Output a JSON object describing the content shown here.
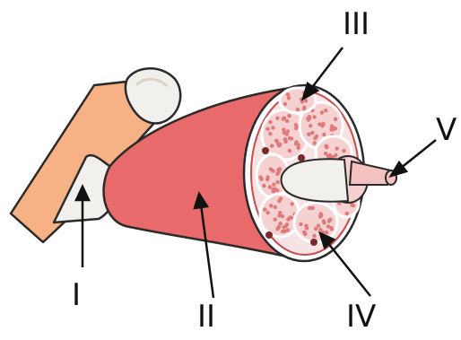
{
  "labels": {
    "l1": "I",
    "l2": "II",
    "l3": "III",
    "l4": "IV",
    "l5": "V"
  },
  "colors": {
    "bone": "#f6b184",
    "bone_stroke": "#2a2a2a",
    "tendon": "#f2f0ec",
    "muscle": "#e86a6a",
    "muscle_dark": "#c94b4b",
    "fascicle": "#f6d1d1",
    "fiber": "#e07a7a",
    "perimysium": "#ffffff",
    "fiber_core": "#f5c2c2",
    "accent_dark": "#7a2a2a",
    "line": "#111111"
  }
}
